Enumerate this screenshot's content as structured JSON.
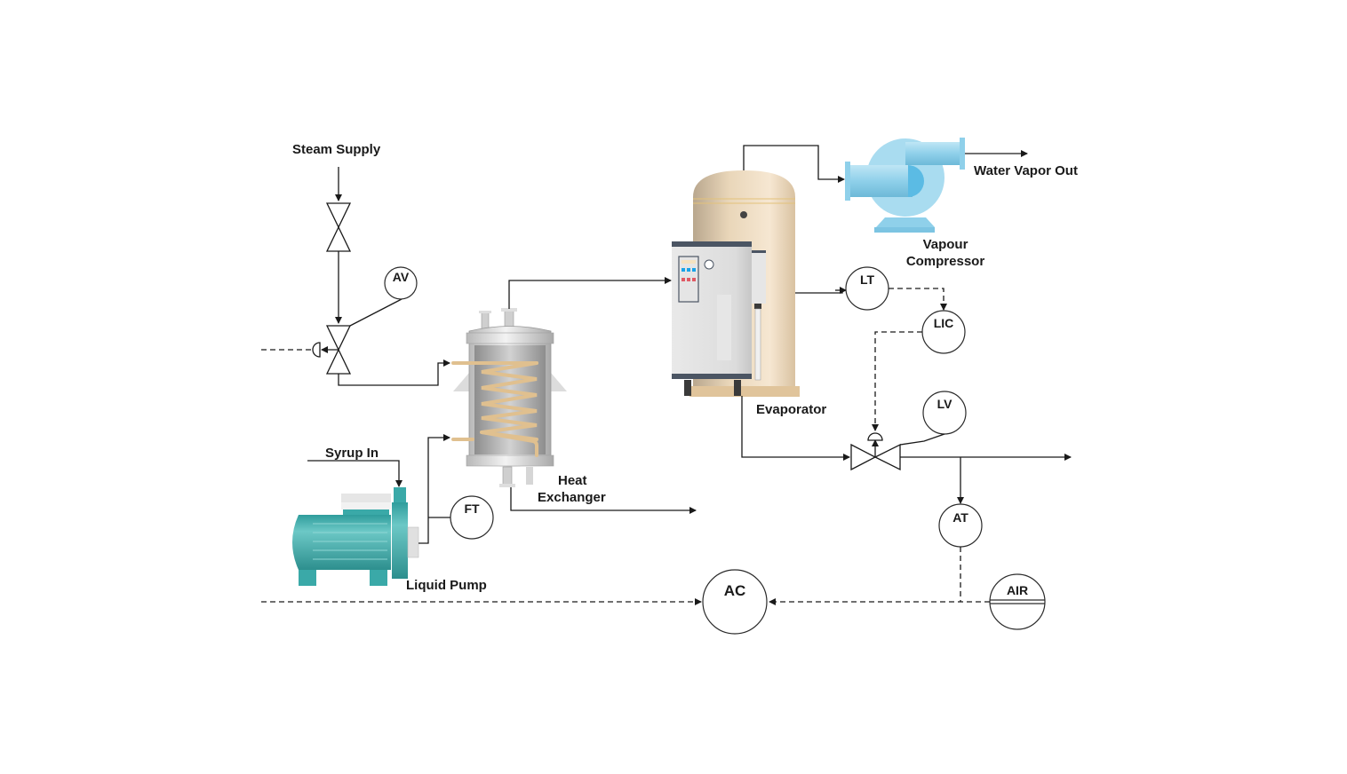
{
  "diagram": {
    "type": "process-flow (P&ID)",
    "labels": {
      "steam_supply": "Steam Supply",
      "syrup_in": "Syrup In",
      "liquid_pump": "Liquid Pump",
      "heat_exchanger_1": "Heat",
      "heat_exchanger_2": "Exchanger",
      "evaporator": "Evaporator",
      "vapour_compressor_1": "Vapour",
      "vapour_compressor_2": "Compressor",
      "water_vapor_out": "Water Vapor Out"
    },
    "instruments": {
      "av": "AV",
      "ft": "FT",
      "lt": "LT",
      "lic": "LIC",
      "lv": "LV",
      "at": "AT",
      "air": "AIR",
      "ac": "AC"
    },
    "colors": {
      "pump": "#3aa9a8",
      "compressor": "#8fd0ea",
      "evaporator_tank": "#e8d3b4",
      "heat_exchanger": "#b9b9b9",
      "coil": "#e0c08f",
      "line": "#1a1a1a"
    }
  }
}
